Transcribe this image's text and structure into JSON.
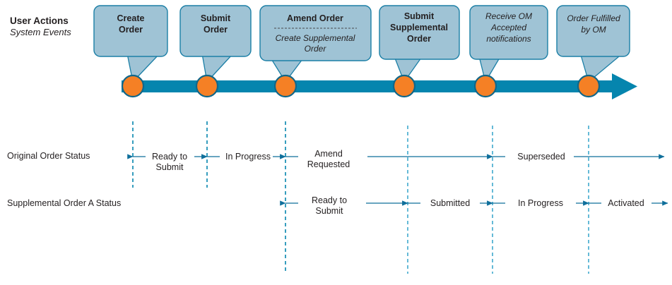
{
  "legend": {
    "line1": "User Actions",
    "line2": "System Events"
  },
  "timeline": {
    "axis_color": "#0585ae",
    "node_color": "#f58025",
    "node_stroke": "#10678a",
    "bubble_fill": "#9fc3d5",
    "bubble_stroke": "#1b7fa6",
    "events": [
      {
        "id": "create-order",
        "title": "Create Order",
        "title_lines": [
          "Create",
          "Order"
        ],
        "style": "bold",
        "subtitle_lines": []
      },
      {
        "id": "submit-order",
        "title": "Submit Order",
        "title_lines": [
          "Submit",
          "Order"
        ],
        "style": "bold",
        "subtitle_lines": []
      },
      {
        "id": "amend-order",
        "title": "Amend Order",
        "title_lines": [
          "Amend Order"
        ],
        "style": "bold",
        "subtitle_lines": [
          "Create Supplemental",
          "Order"
        ],
        "has_separator": true
      },
      {
        "id": "submit-supplemental-order",
        "title": "Submit Supplemental Order",
        "title_lines": [
          "Submit",
          "Supplemental",
          "Order"
        ],
        "style": "bold",
        "subtitle_lines": []
      },
      {
        "id": "receive-om-accepted",
        "title": "Receive OM Accepted notifications",
        "title_lines": [
          "Receive OM",
          "Accepted",
          "notifications"
        ],
        "style": "italic",
        "subtitle_lines": []
      },
      {
        "id": "order-fulfilled-by-om",
        "title": "Order Fulfilled by OM",
        "title_lines": [
          "Order Fulfilled",
          "by OM"
        ],
        "style": "italic",
        "subtitle_lines": []
      }
    ]
  },
  "lanes": [
    {
      "id": "original-order-status",
      "label": "Original Order Status",
      "segments": [
        {
          "id": "ready-to-submit",
          "lines": [
            "Ready to",
            "Submit"
          ]
        },
        {
          "id": "in-progress",
          "lines": [
            "In Progress"
          ]
        },
        {
          "id": "amend-requested",
          "lines": [
            "Amend",
            "Requested"
          ]
        },
        {
          "id": "superseded",
          "lines": [
            "Superseded"
          ]
        }
      ]
    },
    {
      "id": "supplemental-order-a-status",
      "label": "Supplemental Order A Status",
      "segments": [
        {
          "id": "ready-to-submit",
          "lines": [
            "Ready to",
            "Submit"
          ]
        },
        {
          "id": "submitted",
          "lines": [
            "Submitted"
          ]
        },
        {
          "id": "in-progress",
          "lines": [
            "In Progress"
          ]
        },
        {
          "id": "activated",
          "lines": [
            "Activated"
          ]
        }
      ]
    }
  ]
}
